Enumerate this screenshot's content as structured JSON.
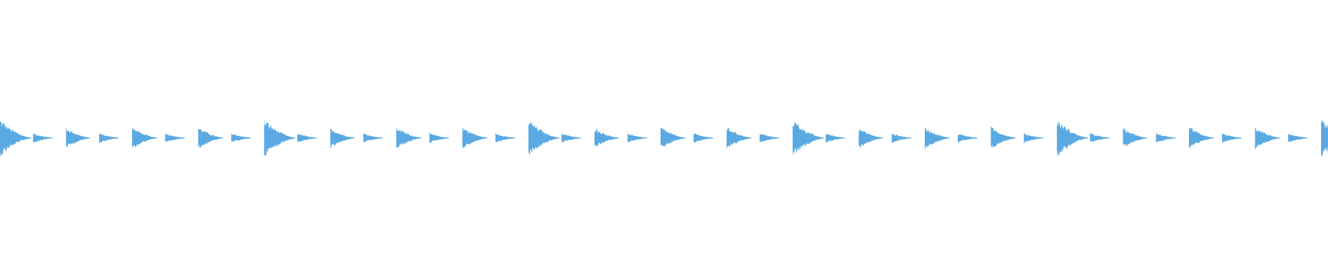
{
  "waveform": {
    "wave_color": "#5aa9e2",
    "background_color": "#ffffff",
    "pattern": {
      "pulses_per_bar": 8,
      "bars_visible": 5,
      "partial_bar_at_end": true,
      "pulse_strength": [
        1.0,
        0.25,
        0.55,
        0.25,
        0.6,
        0.25,
        0.6,
        0.25
      ]
    }
  }
}
